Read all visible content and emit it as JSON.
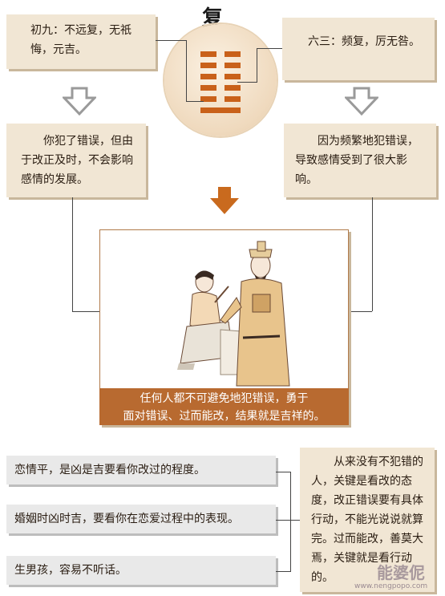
{
  "title": "复",
  "top_left": "初九：不远复，无祇悔，元吉。",
  "top_right": "六三：频复，厉无咎。",
  "mid_left": "你犯了错误，但由于改正及时，不会影响感情的发展。",
  "mid_right": "因为频繁地犯错误，导致感情受到了很大影响。",
  "caption": [
    "任何人都不可避免地犯错误，勇于",
    "面对错误、过而能改，结果就是吉祥的。"
  ],
  "bottom_items": [
    "恋情平，是凶是吉要看你改过的程度。",
    "婚姻时凶时吉，要看你在恋爱过程中的表现。",
    "生男孩，容易不听话。"
  ],
  "bottom_right": "从来没有不犯错的人，关键是看改的态度，改正错误要有具体行动，不能光说说就算完。过而能改，善莫大焉，关键就是看行动的。",
  "watermark": "能婆伲",
  "watermark_url": "www.nengpopo.com",
  "colors": {
    "arrow": "#c96a1e",
    "gray_arrow": "#9a9a9a",
    "caption_bg": "#b86a30",
    "box_bg": "#f1e6d4"
  }
}
